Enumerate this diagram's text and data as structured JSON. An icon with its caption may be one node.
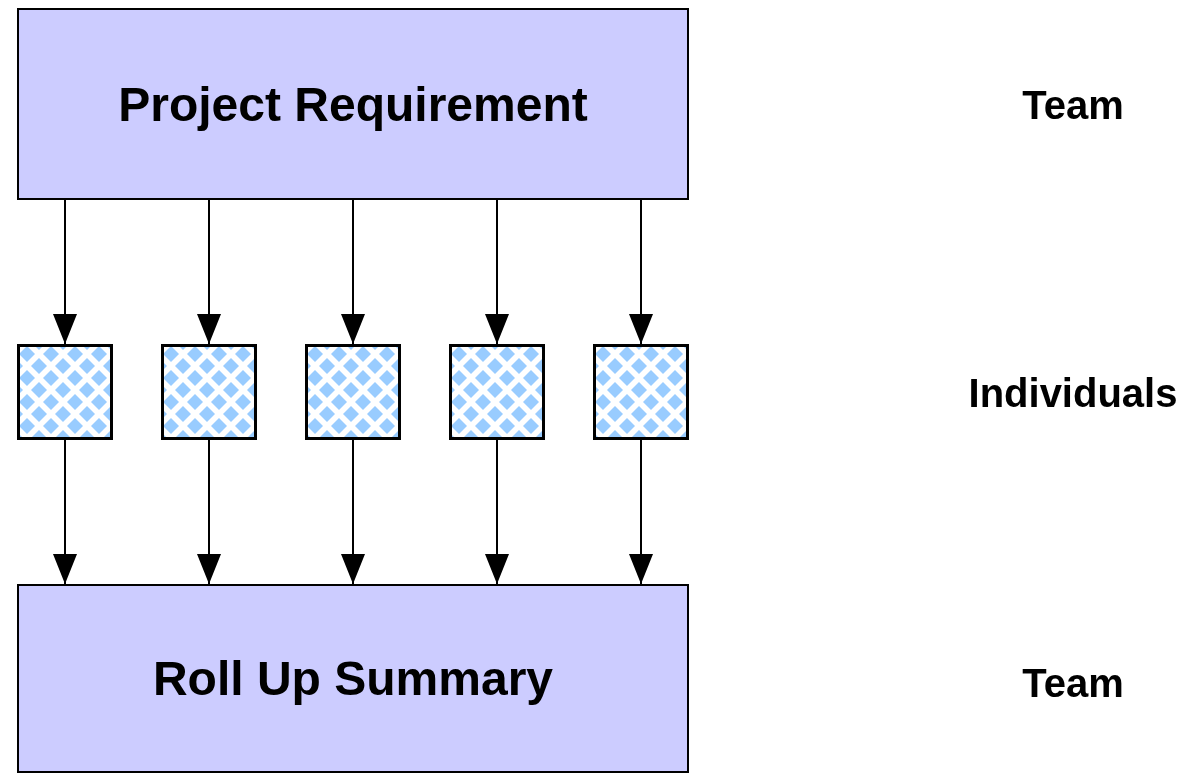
{
  "diagram": {
    "nodes": [
      {
        "text": [
          "Project Requirement"
        ]
      },
      {
        "text": [],
        "shape": "box"
      },
      {
        "text": [],
        "shape": "box"
      },
      {
        "text": [],
        "shape": "box"
      },
      {
        "text": [],
        "shape": "box"
      },
      {
        "text": [],
        "shape": "box"
      },
      {
        "text": [
          "Roll Up Summary"
        ]
      }
    ],
    "edges": [
      {
        "from": 0,
        "to": 1,
        "arrow": "to"
      },
      {
        "from": 0,
        "to": 2,
        "arrow": "to"
      },
      {
        "from": 0,
        "to": 3,
        "arrow": "to"
      },
      {
        "from": 0,
        "to": 4,
        "arrow": "to"
      },
      {
        "from": 0,
        "to": 5,
        "arrow": "to"
      },
      {
        "from": 1,
        "to": 6,
        "arrow": "to"
      },
      {
        "from": 2,
        "to": 6,
        "arrow": "to"
      },
      {
        "from": 3,
        "to": 6,
        "arrow": "to"
      },
      {
        "from": 4,
        "to": 6,
        "arrow": "to"
      },
      {
        "from": 5,
        "to": 6,
        "arrow": "to"
      }
    ],
    "labels": [
      "Team",
      "Individuals",
      "Team"
    ]
  }
}
